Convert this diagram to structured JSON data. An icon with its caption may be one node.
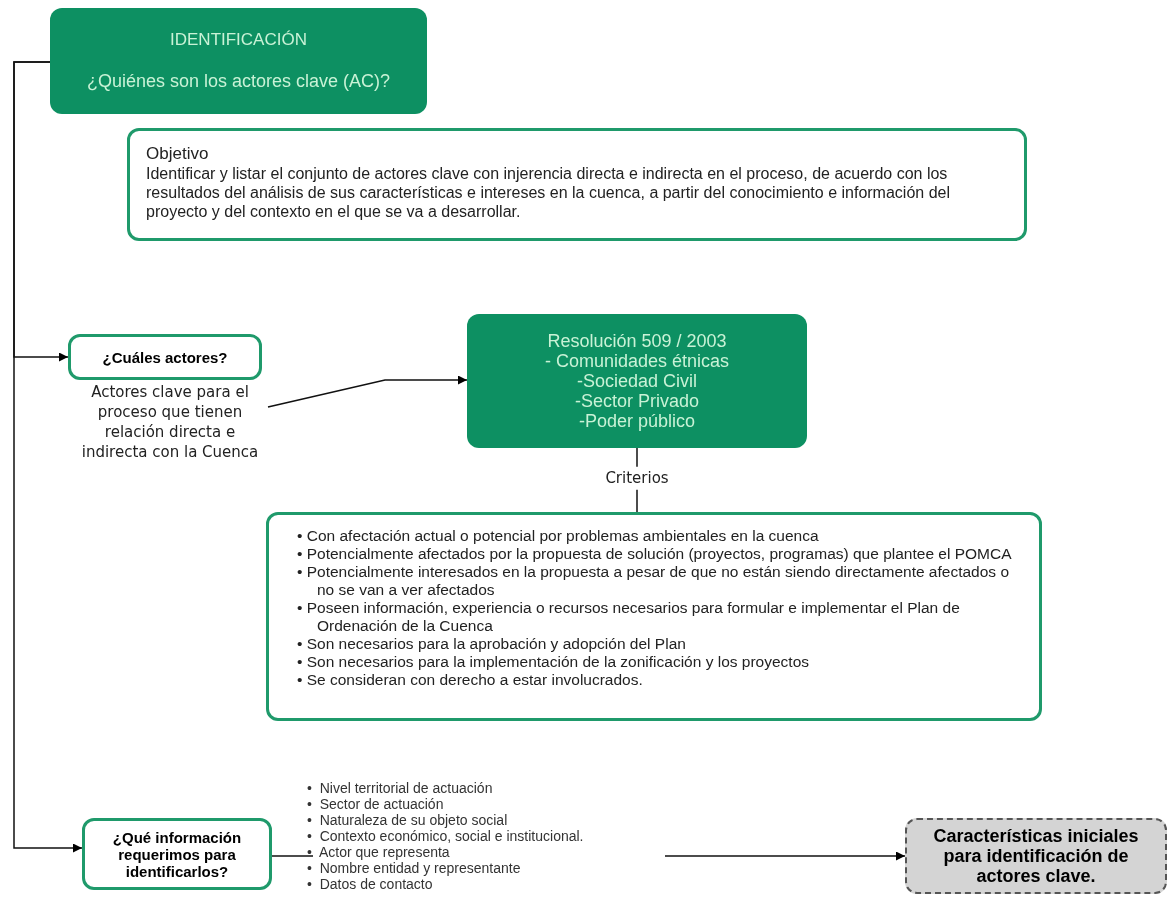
{
  "diagram": {
    "nodes": [
      {
        "text": [
          "IDENTIFICACIÓN",
          "¿Quiénes son los actores clave (AC)?"
        ]
      },
      {
        "text": [
          "Objetivo",
          "Identificar y listar el conjunto de actores clave  con injerencia directa e indirecta en el proceso, de acuerdo con los resultados  del análisis de sus características e intereses en la cuenca, a partir del conocimiento e información del proyecto y del contexto en el que se va a desarrollar."
        ]
      },
      {
        "text": [
          "¿Cuáles actores?"
        ]
      },
      {
        "text": [
          "Actores clave para el proceso que tienen relación directa e indirecta con la Cuenca"
        ]
      },
      {
        "text": [
          "Resolución 509 / 2003",
          "- Comunidades étnicas",
          "-Sociedad Civil",
          "-Sector Privado",
          "-Poder público"
        ]
      },
      {
        "text": [
          "•  Con afectación actual o potencial por problemas ambientales en la cuenca",
          "•  Potencialmente afectados por la propuesta de solución (proyectos, programas) que plantee el POMCA",
          "•  Potencialmente interesados en la propuesta a pesar de que no están siendo directamente afectados o no se van a ver afectados",
          "•  Poseen información, experiencia o recursos necesarios para formular e implementar el Plan de Ordenación de la Cuenca",
          "•  Son necesarios para la aprobación y adopción del Plan",
          "•  Son necesarios para la implementación de la zonificación y los proyectos",
          "•  Se consideran con derecho a estar involucrados."
        ]
      },
      {
        "text": [
          "¿Qué información requerimos para identificarlos?"
        ]
      },
      {
        "text": [
          "•  Nivel territorial de actuación",
          "•  Sector de actuación",
          "•  Naturaleza de su objeto social",
          "•  Contexto económico, social e institucional.",
          "•  Actor que representa",
          "•  Nombre entidad y representante",
          "•  Datos de contacto"
        ]
      },
      {
        "text": [
          "Características iniciales para identificación de actores clave."
        ]
      }
    ],
    "edges": [
      {
        "from": 0,
        "to": 2,
        "arrow": "to"
      },
      {
        "from": 0,
        "to": 6,
        "arrow": "to"
      },
      {
        "from": 3,
        "to": 4,
        "arrow": "to"
      },
      {
        "from": 4,
        "to": 5,
        "arrow": "none",
        "label": "Criterios"
      },
      {
        "from": 6,
        "to": 7,
        "arrow": "none"
      },
      {
        "from": 7,
        "to": 8,
        "arrow": "to"
      }
    ]
  }
}
